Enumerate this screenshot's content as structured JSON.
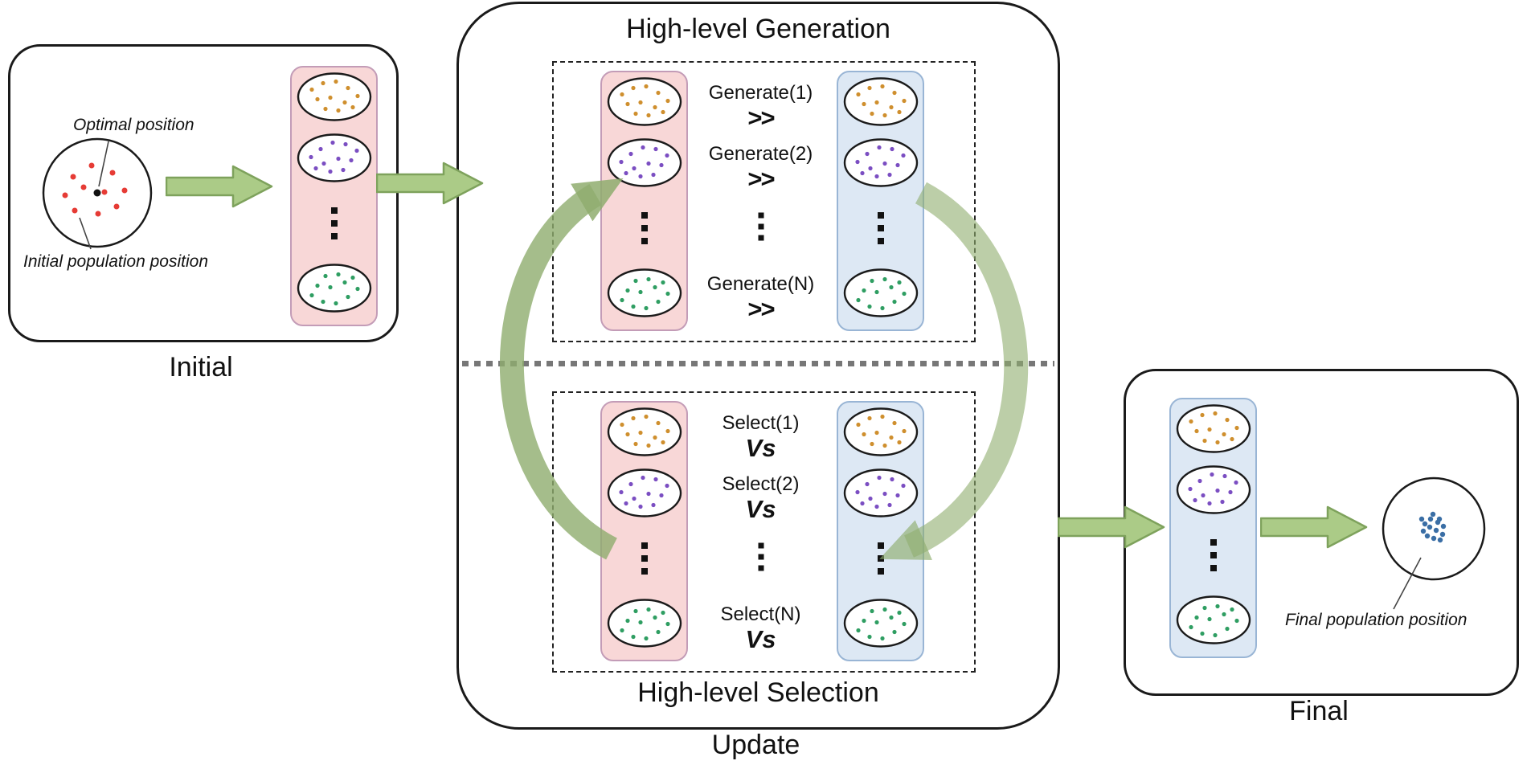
{
  "titles": {
    "generation": "High-level Generation",
    "selection": "High-level Selection",
    "update": "Update",
    "initial": "Initial",
    "final": "Final"
  },
  "annotations": {
    "optimal": "Optimal position",
    "initial_population": "Initial population position",
    "final_population": "Final population position"
  },
  "operations": {
    "generation": {
      "items": [
        "Generate(1)",
        "Generate(2)",
        "Generate(N)"
      ],
      "symbol": ">>"
    },
    "selection": {
      "items": [
        "Select(1)",
        "Select(2)",
        "Select(N)"
      ],
      "symbol": "Vs"
    }
  },
  "population_colors": {
    "slot1": "#cf8f2e",
    "slot2": "#7b4ec2",
    "slot3": "#2f9e62",
    "initial_dots": "#e63b35",
    "optimal_dot": "#111111",
    "final_dots": "#3a6ea5"
  },
  "palette": {
    "arrow_fill": "#abcb87",
    "arrow_stroke": "#7ea25c",
    "cycle_arrow": "#8fad6e",
    "pink_fill": "#f8d7d7",
    "pink_border": "#c39cb7",
    "blue_fill": "#dde8f4",
    "blue_border": "#99b5d5"
  }
}
